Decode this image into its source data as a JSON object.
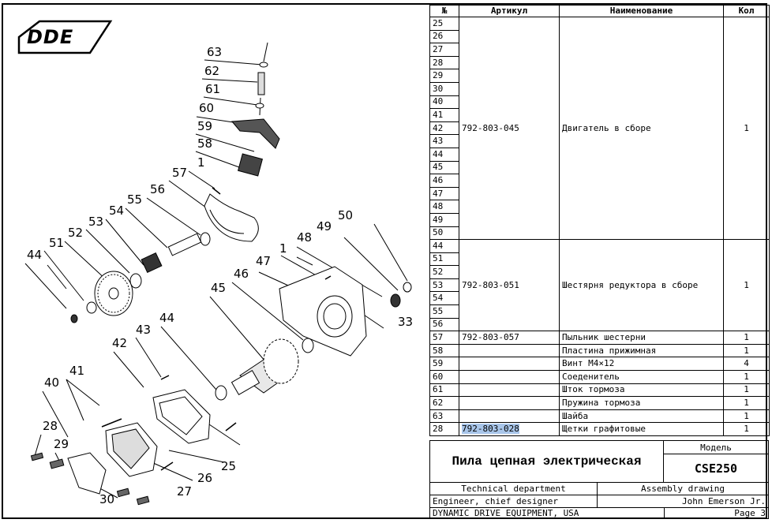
{
  "logo": {
    "text": "DDE"
  },
  "callouts": [
    "63",
    "62",
    "61",
    "60",
    "59",
    "58",
    "57",
    "1",
    "56",
    "55",
    "54",
    "53",
    "52",
    "51",
    "44",
    "50",
    "49",
    "48",
    "1",
    "47",
    "46",
    "45",
    "44",
    "43",
    "42",
    "41",
    "40",
    "33",
    "28",
    "29",
    "30",
    "27",
    "26",
    "25"
  ],
  "table": {
    "headers": {
      "num": "№",
      "article": "Артикул",
      "name": "Наименование",
      "qty": "Кол"
    },
    "groups": [
      {
        "nums": [
          "25",
          "26",
          "27",
          "28",
          "29",
          "30",
          "40",
          "41",
          "42",
          "43",
          "44",
          "45",
          "46",
          "47",
          "48",
          "49",
          "50"
        ],
        "article": "792-803-045",
        "name": "Двигатель в сборе",
        "qty": "1",
        "label_row": 10
      },
      {
        "nums": [
          "44",
          "51",
          "52",
          "53",
          "54",
          "55",
          "56"
        ],
        "article": "792-803-051",
        "name": "Шестярня редуктора в сборе",
        "qty": "1",
        "label_row": 3
      }
    ],
    "rows": [
      {
        "num": "57",
        "article": "792-803-057",
        "name": "Пыльник шестерни",
        "qty": "1"
      },
      {
        "num": "58",
        "article": "",
        "name": "Пластина прижимная",
        "qty": "1"
      },
      {
        "num": "59",
        "article": "",
        "name": "Винт М4×12",
        "qty": "4"
      },
      {
        "num": "60",
        "article": "",
        "name": "Соеденитель",
        "qty": "1"
      },
      {
        "num": "61",
        "article": "",
        "name": "Шток тормоза",
        "qty": "1"
      },
      {
        "num": "62",
        "article": "",
        "name": "Пружина тормоза",
        "qty": "1"
      },
      {
        "num": "63",
        "article": "",
        "name": "Шайба",
        "qty": "1"
      },
      {
        "num": "28",
        "article": "792-803-028",
        "name": "Щетки графитовые",
        "qty": "1",
        "highlight": true
      }
    ]
  },
  "titleblock": {
    "product": "Пила цепная электрическая",
    "model_label": "Модель",
    "model": "CSE250",
    "department": "Technical department",
    "doc_type": "Assembly drawing",
    "role": "Engineer, chief designer",
    "person": "John Emerson Jr.",
    "company": "DYNAMIC DRIVE EQUIPMENT, USA",
    "page": "Page 3"
  },
  "colors": {
    "line": "#000000",
    "highlight": "#a9c6ea",
    "part_gray": "#808080"
  }
}
